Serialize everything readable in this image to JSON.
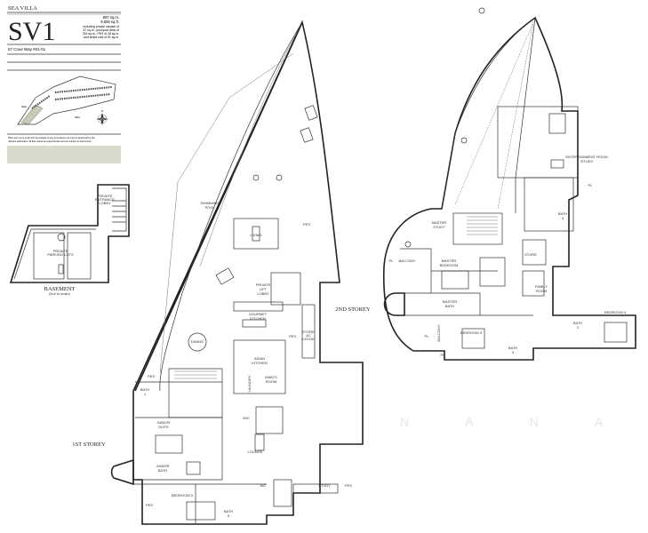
{
  "header": {
    "project": "SEA VILLA",
    "unit_type": "SV1",
    "area_sqm": "897 sq.m.",
    "area_sqft": "9,655 sq.ft.",
    "area_note": [
      "including private carpark of",
      "87 sq.m., pool/pool deck of",
      "216 sq.m., PES of 26 sq.m.",
      "and strata void of 91 sq.m."
    ],
    "address": "57 Cove Way #01-01",
    "site_labels": {
      "sea_left": "SEA",
      "sea_bottom": "SEA",
      "north": "N"
    },
    "disclaimer": [
      "Plans are not to scale and are subject to any amendment as may be approved by the",
      "relevant authorities. All floor areas are approximate and are subject to final survey."
    ]
  },
  "basement": {
    "title": "BASEMENT",
    "subtitle": "(Not to scale)",
    "rooms": {
      "lobby": [
        "PRIVATE",
        "ENTRANCE",
        "LOBBY"
      ],
      "parking": [
        "PRIVATE",
        "PARKING LOTS"
      ]
    }
  },
  "first_storey": {
    "title": "1ST STOREY",
    "rooms": {
      "pool": [
        "SWIMMING",
        "POOL"
      ],
      "living": "LIVING",
      "pes_right": "PES",
      "lift_lobby": [
        "PRIVATE",
        "LIFT",
        "LOBBY"
      ],
      "gourmet": [
        "GOURMET",
        "KITCHEN"
      ],
      "dining": "DINING",
      "pes_mid": "PES",
      "store": [
        "STORE",
        "AC",
        "LEDGE"
      ],
      "asian_kitchen": [
        "ASIAN",
        "KITCHEN"
      ],
      "maids": [
        "MAID'S",
        "ROOM"
      ],
      "laundry": "LAUNDRY",
      "wic": "WIC",
      "bath1": [
        "BATH",
        "1"
      ],
      "junior_suite": [
        "JUNIOR",
        "SUITE"
      ],
      "junior_bath": [
        "JUNIOR",
        "BATH"
      ],
      "lounge": "LOUNGE",
      "bedroom5": "BEDROOM 5",
      "bath5": [
        "BATH",
        "5"
      ],
      "pes_left": "PES",
      "pes_bl": "PES",
      "study": "STUDY",
      "pes_br": "PES",
      "wc": "WC"
    }
  },
  "second_storey": {
    "title": "2ND STOREY",
    "rooms": {
      "entertainment": [
        "ENTERTAINMENT ROOM",
        "/STUDY"
      ],
      "pl_right": "PL",
      "bath4": [
        "BATH",
        "4"
      ],
      "master_study": [
        "MASTER",
        "STUDY"
      ],
      "balcony": "BALCONY",
      "pl_left": "PL",
      "master_bedroom": [
        "MASTER",
        "BEDROOM"
      ],
      "store": "STORE",
      "family_room": [
        "FAMILY",
        "ROOM"
      ],
      "master_bath": [
        "MASTER",
        "BATH"
      ],
      "bedroom4": "BEDROOM 4",
      "bedroom3": "BEDROOM 3",
      "balcony2": "BALCONY",
      "pl_bottom": "PL",
      "pl_bottom2": "PL",
      "bath3": [
        "BATH",
        "3"
      ],
      "bath2": [
        "BATH",
        "2"
      ]
    }
  },
  "watermark": "N A N A"
}
